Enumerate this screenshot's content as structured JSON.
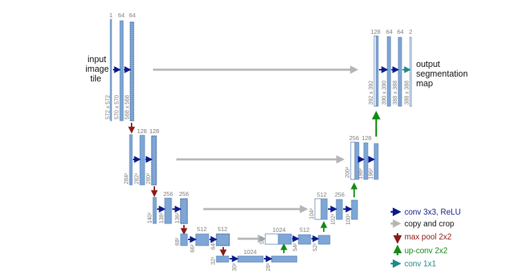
{
  "input_label": [
    "input",
    "image",
    "tile"
  ],
  "output_label": [
    "output",
    "segmentation",
    "map"
  ],
  "colors": {
    "map_fill": "#7ea6d6",
    "map_stroke": "#4f79ad",
    "conv_arrow": "#0a1a8a",
    "copy_arrow": "#b5b5b5",
    "pool_arrow": "#8b1a1a",
    "upconv_arrow": "#158a15",
    "conv1x1_arrow": "#1f8a8a",
    "label_gray": "#7a7a7a"
  },
  "level1_left": {
    "channels": [
      "1",
      "64",
      "64"
    ],
    "dims": [
      "572 x 572",
      "570 x 570",
      "568 x 568"
    ]
  },
  "level2_left": {
    "channels": [
      "128",
      "128"
    ],
    "dims": [
      "284²",
      "282²",
      "280²"
    ]
  },
  "level3_left": {
    "channels": [
      "256",
      "256"
    ],
    "dims": [
      "140²",
      "138²",
      "136²"
    ]
  },
  "level4_left": {
    "channels": [
      "512",
      "512"
    ],
    "dims": [
      "68²",
      "66²",
      "64²"
    ]
  },
  "bottom": {
    "channels": [
      "1024"
    ],
    "dims": [
      "32²",
      "30²",
      "28²"
    ]
  },
  "level4_right": {
    "channels": [
      "1024",
      "512"
    ],
    "dims": [
      "56²",
      "54²",
      "52²"
    ]
  },
  "level3_right": {
    "channels": [
      "512",
      "256"
    ],
    "dims": [
      "104²",
      "102²",
      "100²"
    ]
  },
  "level2_right": {
    "channels": [
      "256",
      "128"
    ],
    "dims": [
      "200²",
      "198²",
      "196²"
    ]
  },
  "level1_right": {
    "channels": [
      "128",
      "64",
      "64",
      "2"
    ],
    "dims": [
      "392 x 392",
      "390 x 390",
      "388 x 388",
      "388 x 388"
    ]
  },
  "legend": {
    "conv": "conv 3x3, ReLU",
    "copy": "copy and crop",
    "pool": "max pool 2x2",
    "upconv": "up-conv 2x2",
    "conv1x1": "conv 1x1"
  }
}
